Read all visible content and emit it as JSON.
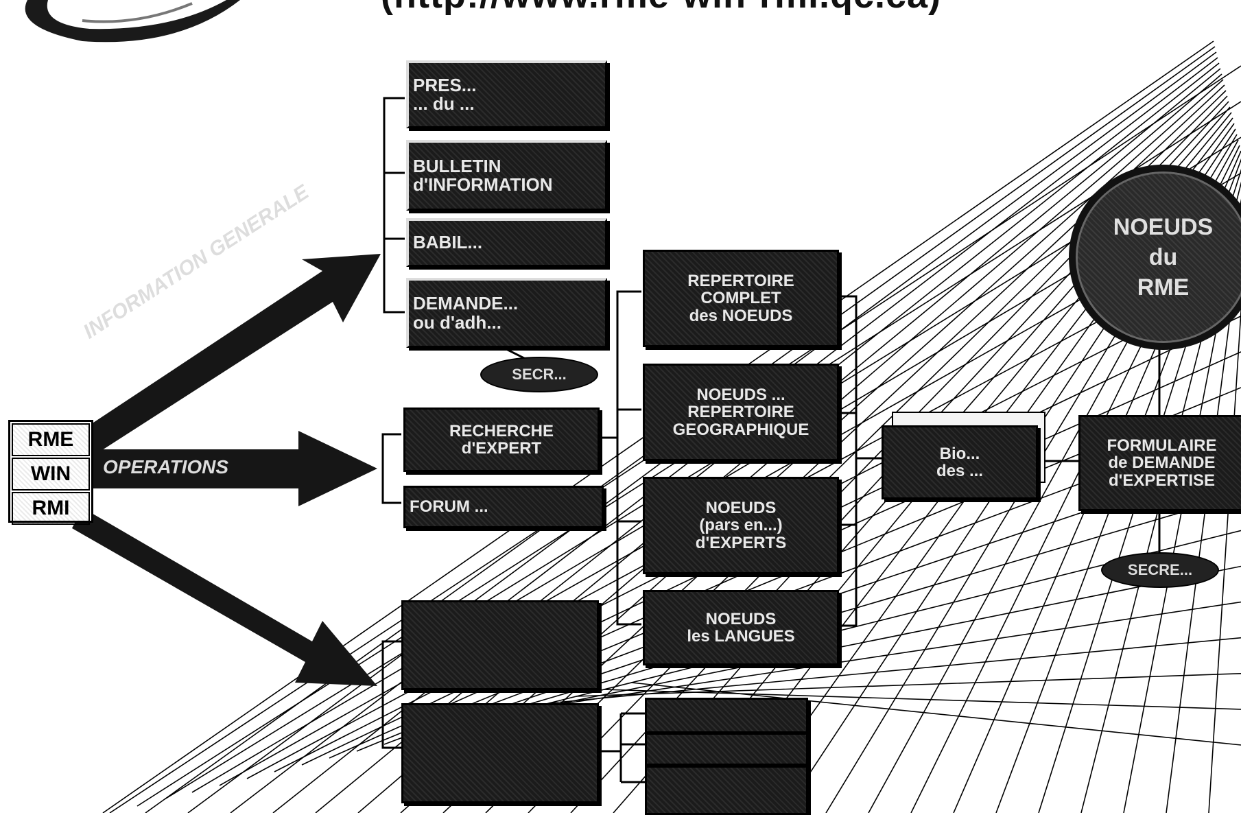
{
  "header": {
    "url": "(http://www.rme-win-rmi.qc.ca)"
  },
  "hub": {
    "items": [
      "RME",
      "WIN",
      "RMI"
    ]
  },
  "arrows": {
    "information": "INFORMATION GENERALE",
    "operations": "OPERATIONS"
  },
  "info_group": {
    "presentation": "PRES...\n... du ...",
    "bulletin": "BULLETIN\nd'INFORMATION",
    "babil": "BABIL...",
    "demande": "DEMANDE...\nou d'adh...",
    "secret_top": "SECR..."
  },
  "ops_group": {
    "recherche": "RECHERCHE\nd'EXPERT",
    "forum": "FORUM ..."
  },
  "nodes_group": {
    "repertoire": "REPERTOIRE\nCOMPLET\ndes NOEUDS",
    "geo": "NOEUDS ...\nREPERTOIRE\nGEOGRAPHIQUE",
    "experts": "NOEUDS\n(pars en...)\nd'EXPERTS",
    "langues": "NOEUDS\nles LANGUES"
  },
  "center": {
    "bio": "Bio...\ndes ..."
  },
  "right": {
    "formulaire": "FORMULAIRE\nde DEMANDE\nd'EXPERTISE",
    "secret_right": "SECRE...",
    "noeuds_circle": "NOEUDS\ndu\nRME"
  }
}
